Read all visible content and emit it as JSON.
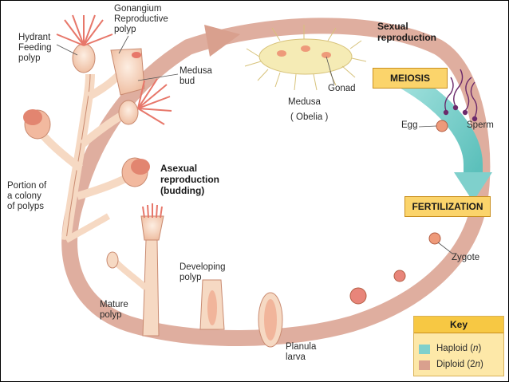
{
  "labels": {
    "gonangium": "Gonangium\nReproductive\npolyp",
    "hydrant": "Hydrant\nFeeding\npolyp",
    "medusa_bud": "Medusa\nbud",
    "sexual_reproduction": "Sexual\nreproduction",
    "gonad": "Gonad",
    "medusa": "Medusa",
    "obelia": "( Obelia )",
    "egg": "Egg",
    "sperm": "Sperm",
    "asexual_reproduction": "Asexual\nreproduction\n(budding)",
    "colony": "Portion of\na colony\nof polyps",
    "zygote": "Zygote",
    "developing_polyp": "Developing\npolyp",
    "mature_polyp": "Mature\npolyp",
    "planula_larva": "Planula\nlarva"
  },
  "stages": {
    "meiosis": "MEIOSIS",
    "fertilization": "FERTILIZATION"
  },
  "key": {
    "title": "Key",
    "haploid_prefix": "Haploid (",
    "haploid_symbol": "n",
    "haploid_suffix": ")",
    "diploid_prefix": "Diploid (2",
    "diploid_symbol": "n",
    "diploid_suffix": ")"
  },
  "colors": {
    "diploid": "#d9a08e",
    "haploid": "#7fd0cc",
    "box_fill": "#fbd46b",
    "key_fill": "#fde8a8",
    "polyp_flesh": "#f6d9c3",
    "tentacle": "#e7776a"
  }
}
